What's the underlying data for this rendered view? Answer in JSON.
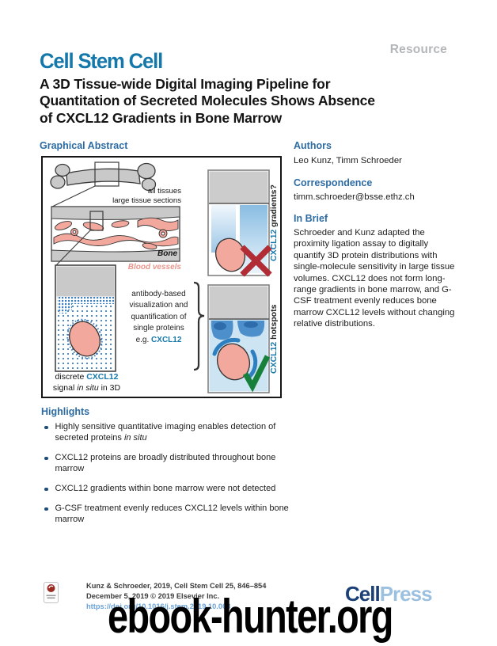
{
  "header": {
    "section_label": "Resource",
    "journal": "Cell Stem Cell"
  },
  "title": {
    "line1": "A 3D Tissue-wide Digital Imaging Pipeline for",
    "line2": "Quantitation of Secreted Molecules Shows Absence",
    "line3": "of CXCL12 Gradients in Bone Marrow"
  },
  "graphical_abstract": {
    "heading": "Graphical Abstract",
    "labels": {
      "all_tissues": "all tissues",
      "large_tissue_sections": "large tissue sections",
      "bone": "Bone",
      "blood_vessels": "Blood vessels",
      "middle_line1": "antibody-based",
      "middle_line2": "visualization and",
      "middle_line3": "quantification of",
      "middle_line4": "single proteins",
      "middle_eg": "e.g. ",
      "middle_cxcl12": "CXCL12",
      "caption_discrete": "discrete ",
      "caption_cxcl12": "CXCL12",
      "caption_signal": "signal ",
      "caption_insitu": "in situ",
      "caption_in3d": " in 3D",
      "panel_top_cxcl12": "CXCL12",
      "panel_top_rest": " gradients?",
      "panel_bottom_cxcl12": "CXCL12",
      "panel_bottom_rest": " hotspots"
    }
  },
  "authors": {
    "heading": "Authors",
    "names": "Leo Kunz, Timm Schroeder"
  },
  "correspondence": {
    "heading": "Correspondence",
    "email": "timm.schroeder@bsse.ethz.ch"
  },
  "in_brief": {
    "heading": "In Brief",
    "text": "Schroeder and Kunz adapted the proximity ligation assay to digitally quantify 3D protein distributions with single-molecule sensitivity in large tissue volumes. CXCL12 does not form long-range gradients in bone marrow, and G-CSF treatment evenly reduces bone marrow CXCL12 levels without changing relative distributions."
  },
  "highlights": {
    "heading": "Highlights",
    "items": [
      {
        "pre": "Highly sensitive quantitative imaging enables detection of secreted proteins ",
        "italic": "in situ"
      },
      {
        "pre": "CXCL12 proteins are broadly distributed throughout bone marrow"
      },
      {
        "pre": "CXCL12 gradients within bone marrow were not detected"
      },
      {
        "pre": "G-CSF treatment evenly reduces CXCL12 levels within bone marrow"
      }
    ]
  },
  "footer": {
    "citation_line1": "Kunz & Schroeder, 2019, Cell Stem Cell 25, 846–854",
    "citation_line2": "December 5, 2019 © 2019 Elsevier Inc.",
    "doi": "https://doi.org/10.1016/j.stem.2019.10.003",
    "publisher_cell": "Cell",
    "publisher_press": "Press",
    "badge_icon": "check-for-updates-badge"
  },
  "watermark": {
    "text": "ebook-hunter.org"
  },
  "colors": {
    "journal_blue": "#1578ab",
    "heading_blue": "#2d6ca3",
    "link_blue": "#6aa3d8",
    "bullet_navy": "#1f4e79",
    "resource_gray": "#b4b7ba",
    "vessel_pink": "#f3a89d",
    "tissue_gray": "#c9c9c9",
    "signal_dot_blue": "#3f7fc0",
    "hotspot_blue": "#4d8fcb",
    "panel_bg_blue": "#cde4f3",
    "red_x": "#b12c35",
    "green_check": "#17803a",
    "cellpress_dark": "#1b3f77",
    "cellpress_light": "#9cc0e0",
    "watermark_black": "#000000"
  }
}
